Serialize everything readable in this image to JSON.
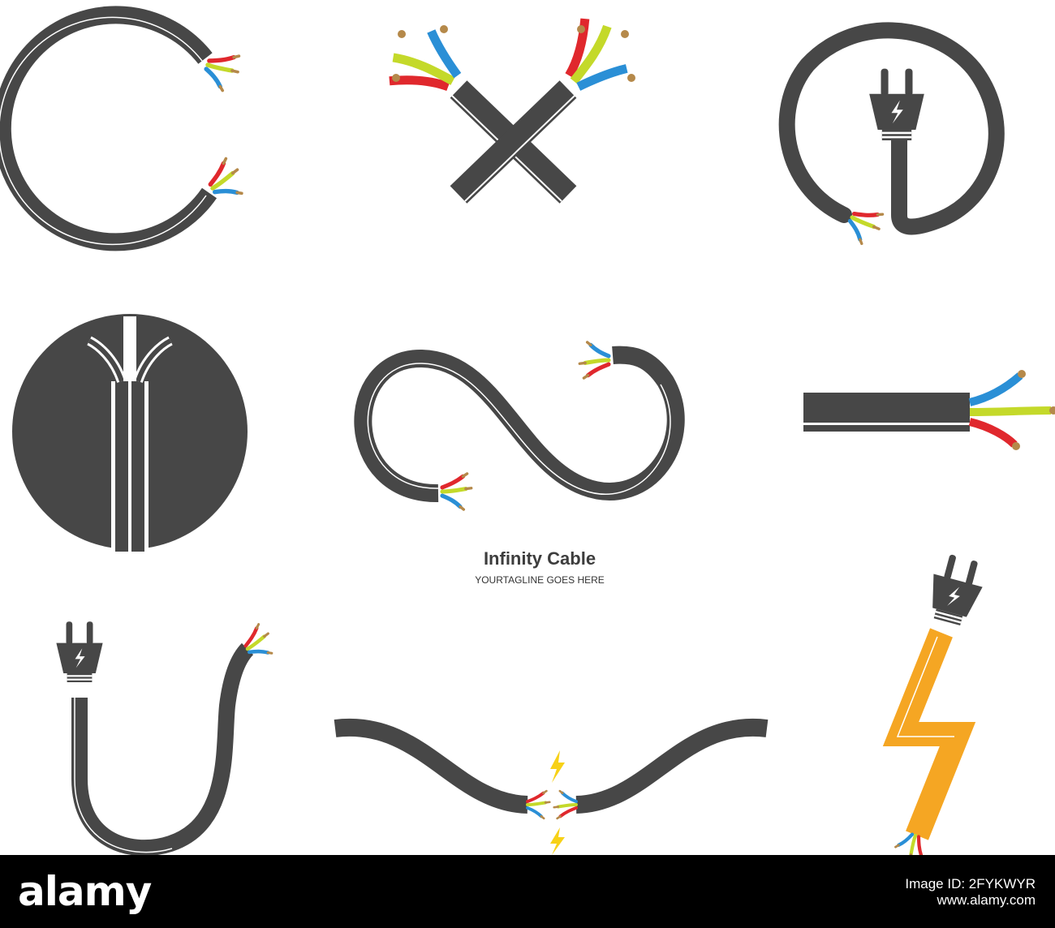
{
  "brand": {
    "name": "Infinity Cable",
    "tagline": "YOURTAGLINE GOES HERE"
  },
  "watermark": {
    "logo": "alamy",
    "image_id_label": "Image ID: 2FYKWYR",
    "site": "www.alamy.com"
  },
  "icons": [
    "cable-ring-icon",
    "crossed-cables-icon",
    "plug-loop-icon",
    "split-cable-circle-icon",
    "infinity-cable-icon",
    "straight-cable-icon",
    "plug-u-cable-icon",
    "broken-wave-cable-icon",
    "plug-lightning-icon"
  ],
  "colors": {
    "cable": "#474747",
    "stripe": "#ffffff",
    "wire_red": "#e0282d",
    "wire_blue": "#2a8fd6",
    "wire_green_yellow": "#c4d92a",
    "wire_copper": "#b5894a",
    "lightning_orange": "#f5a623",
    "spark_yellow": "#f7d117",
    "footer": "#000000"
  }
}
